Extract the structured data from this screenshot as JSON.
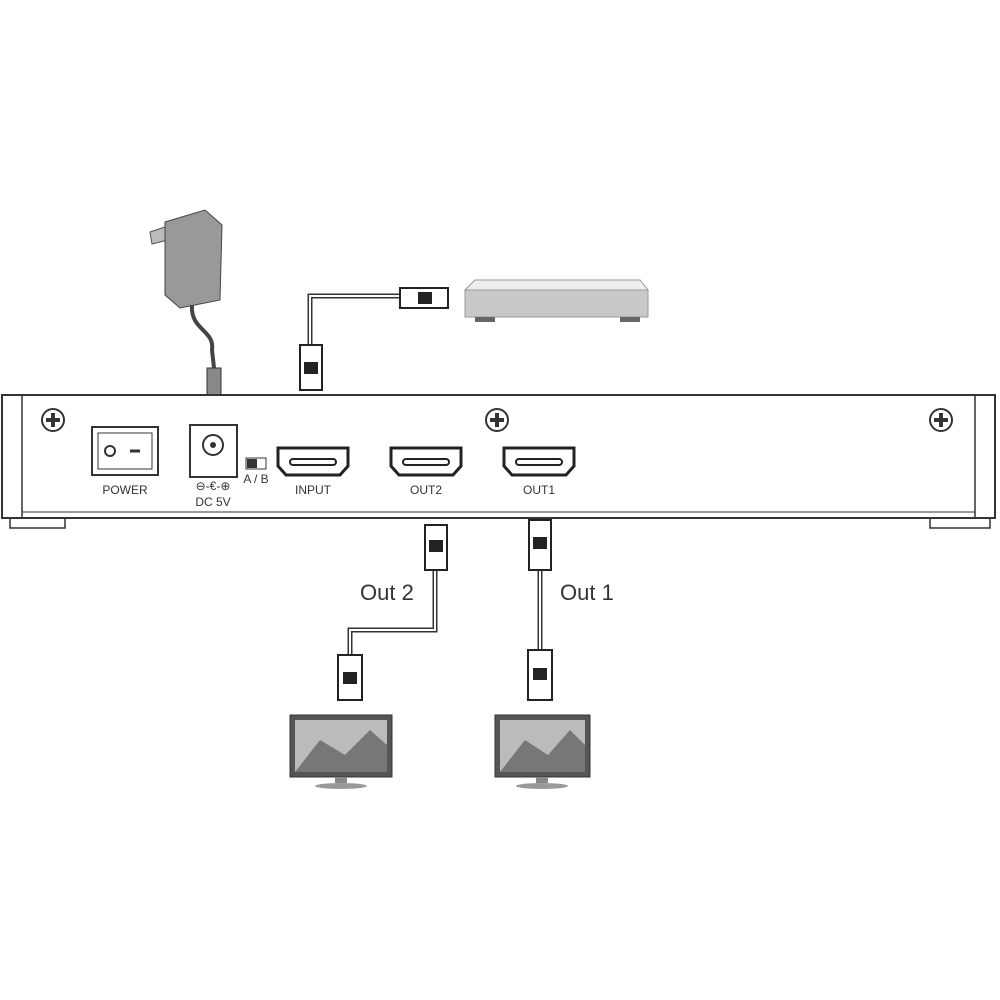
{
  "device": {
    "labels": {
      "power": "POWER",
      "dc": "DC 5V",
      "ab": "A / B",
      "input": "INPUT",
      "out2": "OUT2",
      "out1": "OUT1"
    }
  },
  "outputs": {
    "out2_label": "Out 2",
    "out1_label": "Out 1"
  },
  "colors": {
    "line": "#333333",
    "body": "#ffffff",
    "device_grey": "#cfcfcf"
  }
}
